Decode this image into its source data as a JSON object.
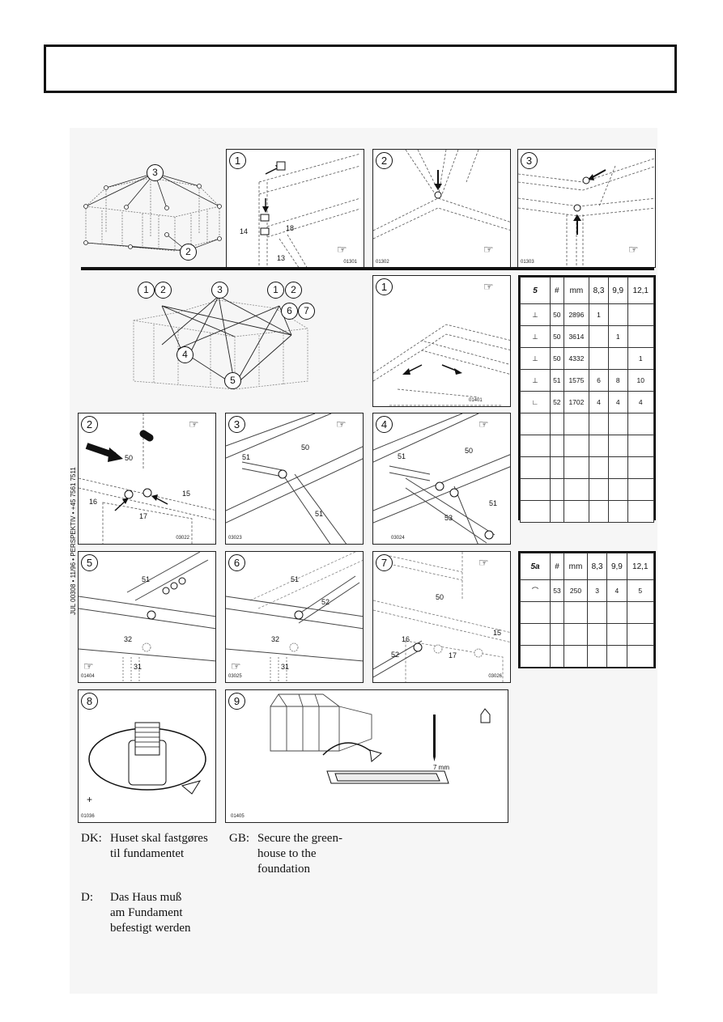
{
  "side_text": "JUL 00308 • 11/96 • PERSPEKTIV • +45 7561 7511",
  "overview_top": {
    "labels": [
      "3",
      "2"
    ]
  },
  "overview_mid": {
    "labels": [
      "1",
      "2",
      "3",
      "1",
      "2",
      "6",
      "7",
      "4",
      "5"
    ]
  },
  "panels_row1": [
    {
      "step": "1",
      "code": "01301",
      "parts": [
        "14",
        "18",
        "13"
      ]
    },
    {
      "step": "2",
      "code": "01302",
      "parts": []
    },
    {
      "step": "3",
      "code": "01303",
      "parts": []
    }
  ],
  "panel_row2": {
    "step": "1",
    "code": "01401"
  },
  "panels_row3": [
    {
      "step": "2",
      "code": "03022",
      "parts": [
        "50",
        "16",
        "15",
        "17"
      ]
    },
    {
      "step": "3",
      "code": "03023",
      "parts": [
        "50",
        "51",
        "51"
      ]
    },
    {
      "step": "4",
      "code": "03024",
      "parts": [
        "51",
        "50",
        "53",
        "51"
      ]
    }
  ],
  "panels_row4": [
    {
      "step": "5",
      "code": "01404",
      "parts": [
        "51",
        "32",
        "31"
      ]
    },
    {
      "step": "6",
      "code": "03025",
      "parts": [
        "51",
        "52",
        "32",
        "31"
      ]
    },
    {
      "step": "7",
      "code": "03026",
      "parts": [
        "50",
        "16",
        "52",
        "15",
        "17"
      ]
    }
  ],
  "panels_row5": [
    {
      "step": "8",
      "code": "01036",
      "symbol": "+"
    },
    {
      "step": "9",
      "code": "01405",
      "drill": "7 mm"
    }
  ],
  "table5": {
    "title": "5",
    "headers": [
      "#",
      "mm",
      "8,3",
      "9,9",
      "12,1"
    ],
    "rows": [
      [
        "50",
        "2896",
        "1",
        "",
        ""
      ],
      [
        "50",
        "3614",
        "",
        "1",
        ""
      ],
      [
        "50",
        "4332",
        "",
        "",
        "1"
      ],
      [
        "51",
        "1575",
        "6",
        "8",
        "10"
      ],
      [
        "52",
        "1702",
        "4",
        "4",
        "4"
      ]
    ]
  },
  "table5a": {
    "title": "5a",
    "headers": [
      "#",
      "mm",
      "8,3",
      "9,9",
      "12,1"
    ],
    "rows": [
      [
        "53",
        "250",
        "3",
        "4",
        "5"
      ]
    ]
  },
  "instructions": {
    "dk_label": "DK:",
    "dk_text": [
      "Huset skal fastgøres",
      "til fundamentet"
    ],
    "gb_label": "GB:",
    "gb_text": [
      "Secure the green-",
      "house to the",
      "foundation"
    ],
    "d_label": "D:",
    "d_text": [
      "Das Haus muß",
      "am  Fundament",
      "befestigt werden"
    ]
  }
}
